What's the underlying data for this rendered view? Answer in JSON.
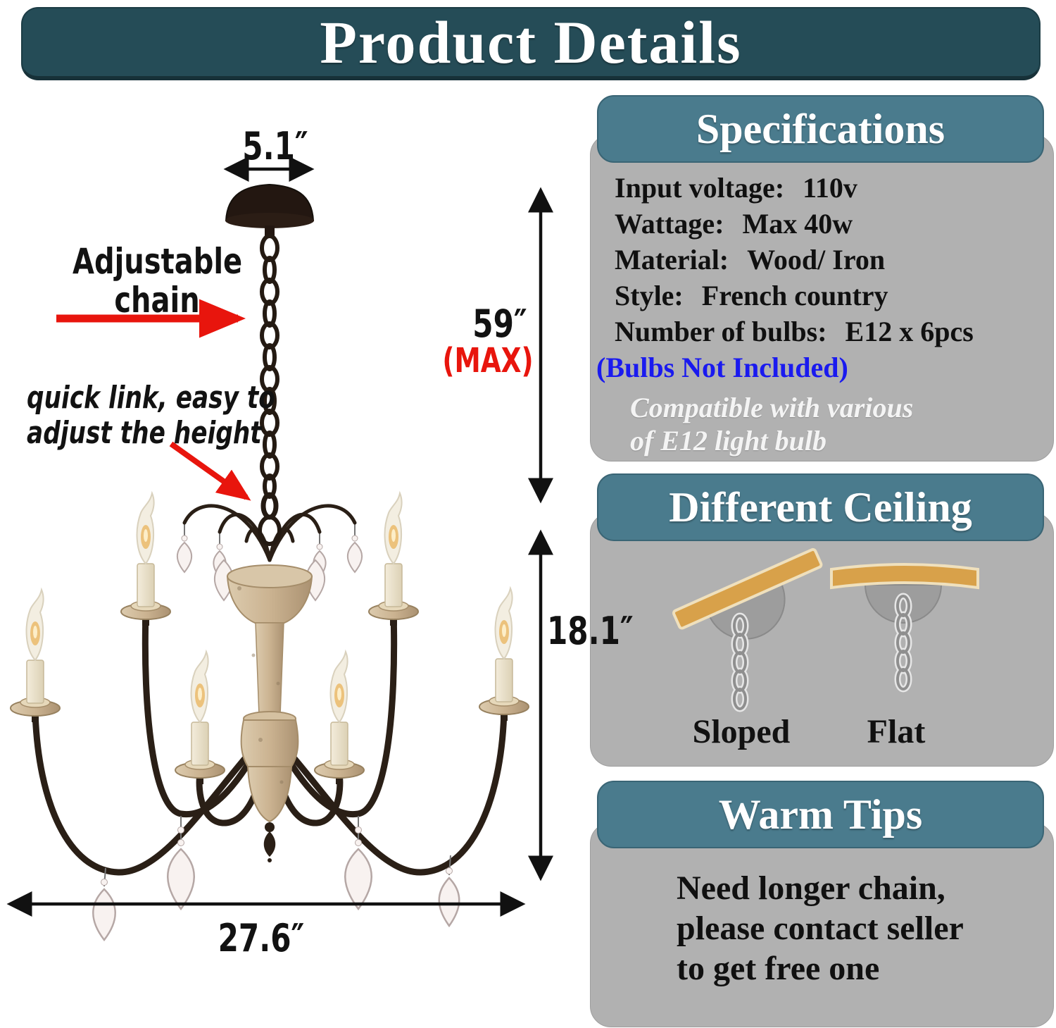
{
  "banner": {
    "title": "Product Details"
  },
  "annotations": {
    "dim_canopy_width": "5.1″",
    "adjustable_chain": [
      "Adjustable",
      "chain"
    ],
    "quick_link": [
      "quick link, easy to",
      "adjust the height"
    ],
    "dim_max_height": "59″",
    "dim_max_note": "(MAX)",
    "dim_fixture_height": "18.1″",
    "dim_fixture_width": "27.6″"
  },
  "specifications": {
    "title": "Specifications",
    "rows": [
      {
        "label": "Input voltage:",
        "value": "110v"
      },
      {
        "label": "Wattage:",
        "value": "Max 40w"
      },
      {
        "label": "Material:",
        "value": "Wood/ Iron"
      },
      {
        "label": "Style:",
        "value": "French country"
      },
      {
        "label": "Number of bulbs:",
        "value": "E12 x 6pcs"
      }
    ],
    "note_blue": "(Bulbs Not Included)",
    "note_white": [
      "Compatible with various",
      "of E12 light bulb"
    ]
  },
  "different_ceiling": {
    "title": "Different Ceiling",
    "options": [
      {
        "label": "Sloped"
      },
      {
        "label": "Flat"
      }
    ]
  },
  "warm_tips": {
    "title": "Warm Tips",
    "lines": [
      "Need longer chain,",
      "please contact seller",
      "to get free one"
    ]
  },
  "colors": {
    "banner_teal": "#254c57",
    "header_teal": "#4a7b8d",
    "panel_gray": "#b1b1b1",
    "note_blue": "#1a1aef",
    "accent_red": "#e8150d",
    "iron": "#2a1f16",
    "wood": "#cbb391"
  }
}
